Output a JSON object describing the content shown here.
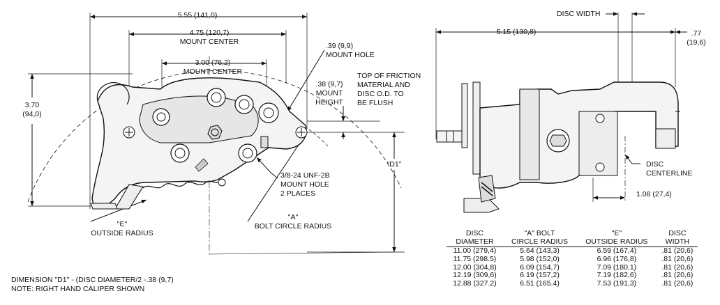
{
  "dimensions": {
    "overall_width": "5.55 (141,0)",
    "mount_center_outer_value": "4.75 (120,7)",
    "mount_center_outer_label": "MOUNT CENTER",
    "mount_center_inner_value": "3.00 (76,2)",
    "mount_center_inner_label": "MOUNT CENTER",
    "mount_hole_value": ".39 (9,9)",
    "mount_hole_label": "MOUNT HOLE",
    "height_value": "3.70",
    "height_metric": "(94,0)",
    "mount_height_value": ".38 (9,7)",
    "mount_height_line1": "MOUNT",
    "mount_height_line2": "HEIGHT",
    "friction_note_line1": "TOP OF FRICTION",
    "friction_note_line2": "MATERIAL AND",
    "friction_note_line3": "DISC O.D. TO",
    "friction_note_line4": "BE FLUSH",
    "d1_label": "“D1”",
    "thread_line1": "3/8-24 UNF-2B",
    "thread_line2": "MOUNT HOLE",
    "thread_line3": "2 PLACES",
    "e_label": "\"E\"",
    "e_text": "OUTSIDE RADIUS",
    "a_label": "\"A\"",
    "a_text": "BOLT CIRCLE RADIUS",
    "side_disc_width": "DISC WIDTH",
    "side_overall": "5.15 (130,8)",
    "side_offset_value": ".77",
    "side_offset_metric": "(19,6)",
    "disc_centerline_line1": "DISC",
    "disc_centerline_line2": "CENTERLINE",
    "side_centerline_offset": "1.08 (27,4)"
  },
  "table": {
    "headers": [
      [
        "DISC",
        "DIAMETER"
      ],
      [
        "\"A\" BOLT",
        "CIRCLE RADIUS"
      ],
      [
        "\"E\"",
        "OUTSIDE RADIUS"
      ],
      [
        "DISC",
        "WIDTH"
      ]
    ],
    "rows": [
      [
        "11.00  (279,4)",
        "5.64  (143,3)",
        "6.59  (167,4)",
        ".81  (20,6)"
      ],
      [
        "11.75  (298.5)",
        "5.98  (152,0)",
        "6.96  (176,8)",
        ".81  (20,6)"
      ],
      [
        "12.00  (304,8)",
        "6.09  (154,7)",
        "7.09  (180,1)",
        ".81  (20,6)"
      ],
      [
        "12.19  (309,6)",
        "6.19  (157,2)",
        "7.19  (182,6)",
        ".81  (20,6)"
      ],
      [
        "12.88  (327.2)",
        "6.51  (165.4)",
        "7.53  (191,3)",
        ".81  (20,6)"
      ]
    ]
  },
  "notes": {
    "line1": "DIMENSION \"D1\" - (DISC DIAMETER/2 -.38 (9,7)",
    "line2": "NOTE: RIGHT HAND CALIPER SHOWN"
  }
}
